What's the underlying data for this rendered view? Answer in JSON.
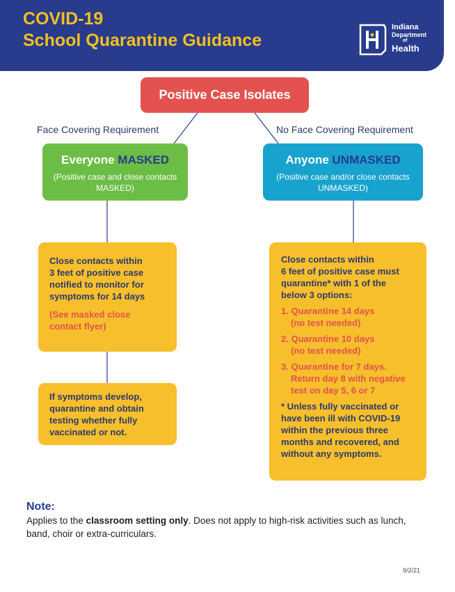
{
  "header": {
    "title_line1": "COVID-19",
    "title_line2": "School Quarantine Guidance",
    "logo": {
      "line1": "Indiana",
      "line2": "Department",
      "line3": "of",
      "line4": "Health",
      "icon": "indiana-health-logo"
    }
  },
  "top_box": "Positive Case Isolates",
  "left_label": "Face Covering Requirement",
  "right_label": "No Face Covering Requirement",
  "masked": {
    "head_a": "Everyone ",
    "head_b": "MASKED",
    "sub": "(Positive case and close contacts MASKED)",
    "body_l1": "Close contacts within",
    "body_l2": "3 feet of positive case",
    "body_l3": "notified to monitor for",
    "body_l4": "symptoms for 14 days",
    "see_l1": "(See masked close",
    "see_l2": "contact flyer)",
    "sym_l1": "If symptoms develop,",
    "sym_l2": "quarantine and obtain",
    "sym_l3": "testing whether fully",
    "sym_l4": "vaccinated or not."
  },
  "unmasked": {
    "head_a": "Anyone ",
    "head_b": "UNMASKED",
    "sub": "(Positive case and/or close contacts UNMASKED)",
    "intro_l1": "Close contacts within",
    "intro_l2": "6 feet of positive case must",
    "intro_l3": "quarantine* with 1 of the",
    "intro_l4": "below 3 options:",
    "opt1_a": "1. Quarantine 14 days",
    "opt1_b": "(no test needed)",
    "opt2_a": "2. Quarantine 10 days",
    "opt2_b": "(no test needed)",
    "opt3_a": "3. Quarantine for 7 days.",
    "opt3_b": "Return day 8 with negative",
    "opt3_c": "test on day 5, 6 or 7",
    "fn_l1": "* Unless fully vaccinated or",
    "fn_l2": "have been ill with COVID-19",
    "fn_l3": "within the previous three",
    "fn_l4": "months and recovered, and",
    "fn_l5": "without any symptoms."
  },
  "note": {
    "heading": "Note:",
    "pre": "Applies to the ",
    "bold": "classroom setting only",
    "post": ". Does not apply to high-risk activities such as lunch, band, choir or extra-curriculars."
  },
  "date": "9/2/21",
  "colors": {
    "navy": "#283b8c",
    "gold": "#f3c020",
    "red": "#e3524f",
    "green": "#6cbd45",
    "blue": "#17a3cd",
    "yellow": "#f7bf2b"
  }
}
